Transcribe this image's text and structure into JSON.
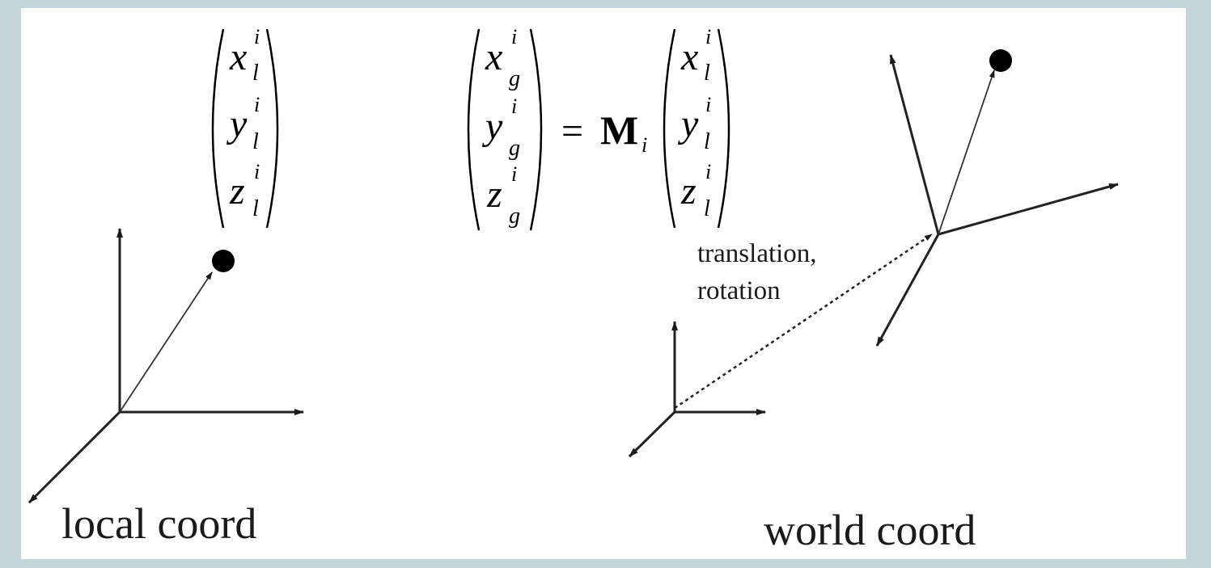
{
  "labels": {
    "local_caption": "local coord",
    "world_caption": "world coord",
    "translation_line1": "translation,",
    "translation_line2": "rotation"
  },
  "equation": {
    "local_vector": [
      {
        "base": "x",
        "sub": "l",
        "sup": "i"
      },
      {
        "base": "y",
        "sub": "l",
        "sup": "i"
      },
      {
        "base": "z",
        "sub": "l",
        "sup": "i"
      }
    ],
    "global_vector": [
      {
        "base": "x",
        "sub": "g",
        "sup": "i"
      },
      {
        "base": "y",
        "sub": "g",
        "sup": "i"
      },
      {
        "base": "z",
        "sub": "g",
        "sup": "i"
      }
    ],
    "equals": "=",
    "matrix": "M",
    "matrix_sub": "i"
  },
  "colors": {
    "background": "#c3d5d9",
    "panel": "#ffffff",
    "ink": "#000000"
  }
}
